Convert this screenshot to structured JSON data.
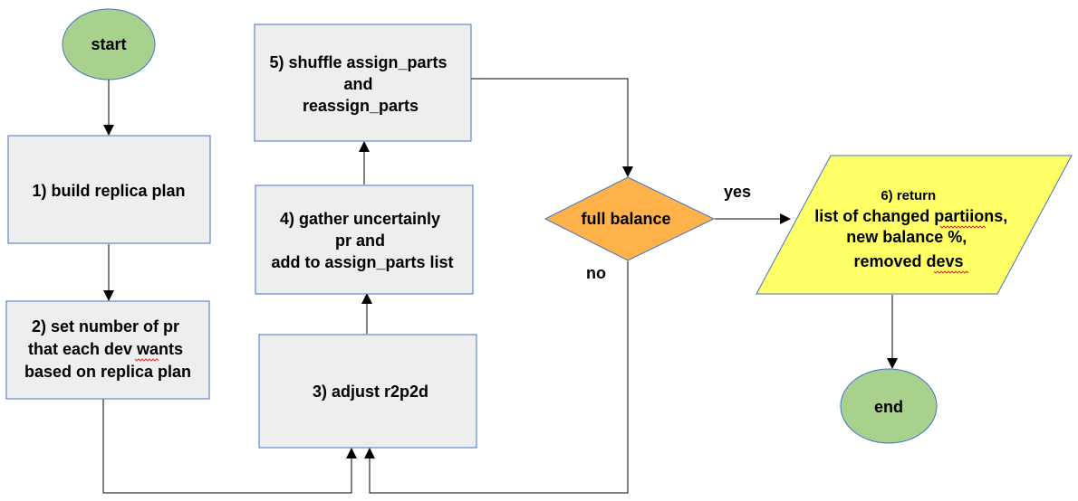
{
  "diagram": {
    "colors": {
      "terminal": "#a9d18e",
      "process": "#eeeeee",
      "process_border": "#4472c4",
      "decision": "#ffb14a",
      "output": "#ffff66",
      "line": "#000000"
    },
    "nodes": {
      "start": {
        "label": "start"
      },
      "step1": {
        "lines": [
          "1) build replica plan"
        ]
      },
      "step2": {
        "lines": [
          "2) set number of pr",
          "that each dev wants",
          "based on replica plan"
        ]
      },
      "step3": {
        "lines": [
          "3) adjust r2p2d"
        ]
      },
      "step4": {
        "lines": [
          "4) gather uncertainly",
          "pr and",
          "add to assign_parts list"
        ]
      },
      "step5": {
        "lines": [
          "5) shuffle assign_parts",
          "and",
          "reassign_parts"
        ]
      },
      "decision": {
        "label": "full balance"
      },
      "step6": {
        "lines": [
          "6) return",
          "list of changed partiions,",
          "new balance %,",
          "removed devs"
        ]
      },
      "end": {
        "label": "end"
      }
    },
    "edges": {
      "yes": "yes",
      "no": "no"
    }
  }
}
